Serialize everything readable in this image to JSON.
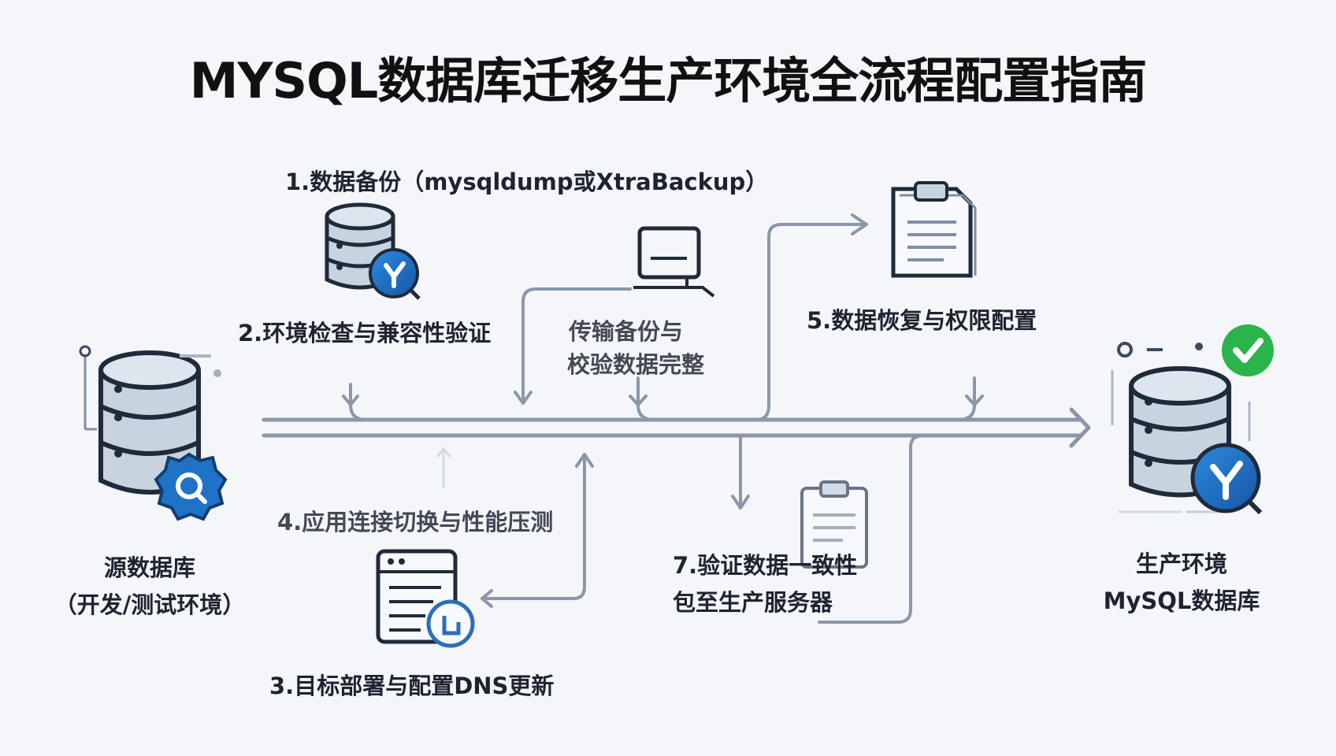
{
  "title": "MYSQL数据库迁移生产环境全流程配置指南",
  "steps": {
    "step1": "1.数据备份（mysqldump或XtraBackup）",
    "step2": "2.环境检查与兼容性验证",
    "step_mid_a": "传输备份与",
    "step_mid_b": "校验数据完整",
    "step5": "5.数据恢复与权限配置",
    "step4": "4.应用连接切换与性能压测",
    "step7a": "7.验证数据一致性",
    "step7b": "包至生产服务器",
    "step3": "3.目标部署与配置DNS更新"
  },
  "source": {
    "line1": "源数据库",
    "line2": "（开发/测试环境）"
  },
  "target": {
    "line1": "生产环境",
    "line2": "MySQL数据库"
  },
  "icons": {
    "source_db": "database-search-icon",
    "backup_db": "database-brand-icon",
    "computer": "computer-icon",
    "document": "clipboard-document-icon",
    "clipboard2": "clipboard-icon",
    "server_list": "server-list-icon",
    "target_db": "database-brand-icon",
    "check": "check-circle-icon"
  },
  "colors": {
    "line": "#8a97aa",
    "db_stroke": "#1f2a3a",
    "db_fill": "#c8d3e0",
    "brand_blue": "#1f73c6",
    "check_green": "#2bb44a"
  }
}
